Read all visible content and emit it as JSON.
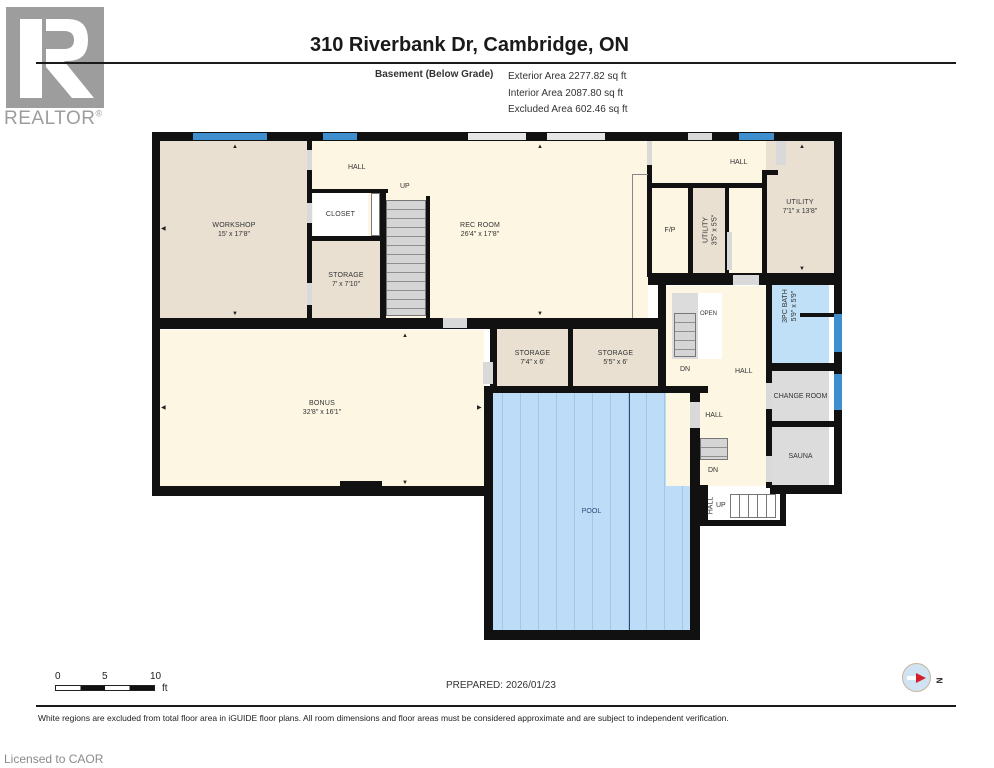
{
  "brand": {
    "logo_icon": "realtor-r-logo",
    "name": "REALTOR",
    "registered": "®"
  },
  "header": {
    "title": "310 Riverbank Dr, Cambridge, ON",
    "level": "Basement (Below Grade)",
    "areas": [
      {
        "label": "Exterior Area 2277.82 sq ft"
      },
      {
        "label": "Interior Area 2087.80 sq ft"
      },
      {
        "label": "Excluded Area 602.46 sq ft"
      }
    ]
  },
  "rooms": {
    "workshop": {
      "name": "WORKSHOP",
      "dims": "15' x 17'8\""
    },
    "hall_nw": {
      "name": "HALL"
    },
    "closet": {
      "name": "CLOSET"
    },
    "storage_1": {
      "name": "STORAGE",
      "dims": "7' x 7'10\""
    },
    "rec_room": {
      "name": "REC ROOM",
      "dims": "26'4\" x 17'8\""
    },
    "hall_ne": {
      "name": "HALL"
    },
    "fp": {
      "name": "F/P"
    },
    "utility_small": {
      "name": "UTILITY",
      "dims": "3'5\" x 5'5\""
    },
    "utility_large": {
      "name": "UTILITY",
      "dims": "7'1\" x 13'8\""
    },
    "bonus": {
      "name": "BONUS",
      "dims": "32'8\" x 16'1\""
    },
    "storage_2": {
      "name": "STORAGE",
      "dims": "7'4\" x 6'"
    },
    "storage_3": {
      "name": "STORAGE",
      "dims": "5'5\" x 6'"
    },
    "pool": {
      "name": "POOL"
    },
    "open": {
      "name": "OPEN"
    },
    "hall_center": {
      "name": "HALL"
    },
    "bath": {
      "name": "3PC BATH",
      "dims": "5'9\" x 5'9\""
    },
    "change_room": {
      "name": "CHANGE ROOM"
    },
    "sauna": {
      "name": "SAUNA"
    },
    "hall_small": {
      "name": "HALL"
    },
    "hall_bottom": {
      "name": "HALL"
    }
  },
  "stair_labels": {
    "up_main": "UP",
    "dn_open": "DN",
    "dn_small": "DN",
    "up_bottom": "UP"
  },
  "colors": {
    "wall": "#111111",
    "window": "#3f8fce",
    "cream": "#fdf6e3",
    "tan": "#e9e0d2",
    "bath_blue": "#bfe0f7",
    "pool_blue": "#bcdcf7",
    "grey": "#dcdcdc",
    "compass_needle": "#d21f2b"
  },
  "footer": {
    "scale": {
      "ticks": [
        "0",
        "5",
        "10"
      ],
      "unit": "ft"
    },
    "prepared": "PREPARED: 2026/01/23",
    "compass_icon": "north-compass-icon",
    "compass_label": "N",
    "disclaimer": "White regions are excluded from total floor area in iGUIDE floor plans. All room dimensions and floor areas must be considered approximate and are subject to independent verification.",
    "license": "Licensed to CAOR"
  }
}
